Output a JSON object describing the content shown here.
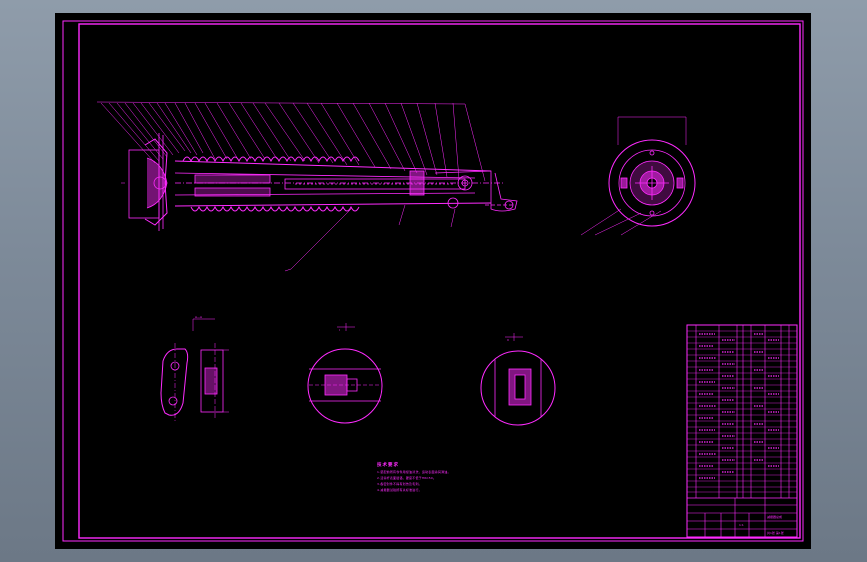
{
  "drawing": {
    "technical_requirements_title": "技术要求",
    "technical_requirements": [
      "1.装配前所有零件用煤油清洗，运动表面涂润滑油。",
      "2.活塞杆表面镀铬，硬度不低于HRC50。",
      "3.各密封件不得有划伤及毛刺。",
      "4.减振器试验按有关标准进行。"
    ],
    "section_label_a": "A—A",
    "section_label_1": "I",
    "section_label_2": "II",
    "titleblock_name": "减振器总成",
    "titleblock_scale": "1:1",
    "titleblock_sheet": "共1张 第1张"
  },
  "colors": {
    "line": "#ff2bff",
    "background": "#000000",
    "desktop": "#8592a0"
  }
}
